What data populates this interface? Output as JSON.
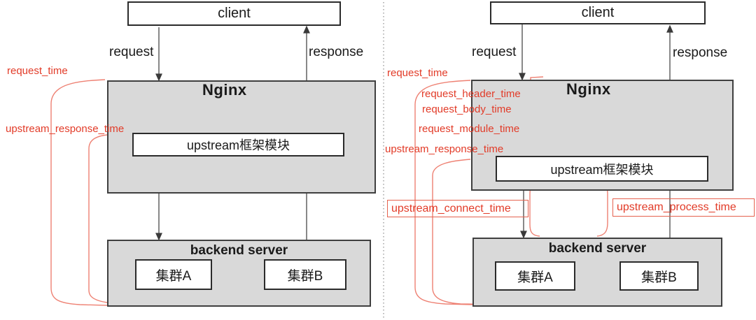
{
  "colors": {
    "red_text": "#e23b28",
    "red_line": "#ee8173",
    "red_border": "#e5614e",
    "box_fill": "#d9d9d9",
    "box_border": "#3f3f3f"
  },
  "left": {
    "client_label": "client",
    "request_label": "request",
    "response_label": "response",
    "nginx_title": "Nginx",
    "upstream_box_label": "upstream框架模块",
    "backend_title": "backend server",
    "cluster_a_label": "集群A",
    "cluster_b_label": "集群B",
    "request_time_label": "request_time",
    "upstream_response_time_label": "upstream_response_time"
  },
  "right": {
    "client_label": "client",
    "request_label": "request",
    "response_label": "response",
    "nginx_title": "Nginx",
    "upstream_box_label": "upstream框架模块",
    "backend_title": "backend server",
    "cluster_a_label": "集群A",
    "cluster_b_label": "集群B",
    "request_time_label": "request_time",
    "request_header_time_label": "request_header_time",
    "request_body_time_label": "request_body_time",
    "request_module_time_label": "request_module_time",
    "upstream_response_time_label": "upstream_response_time",
    "upstream_connect_time_label": "upstream_connect_time",
    "upstream_process_time_label": "upstream_process_time"
  }
}
